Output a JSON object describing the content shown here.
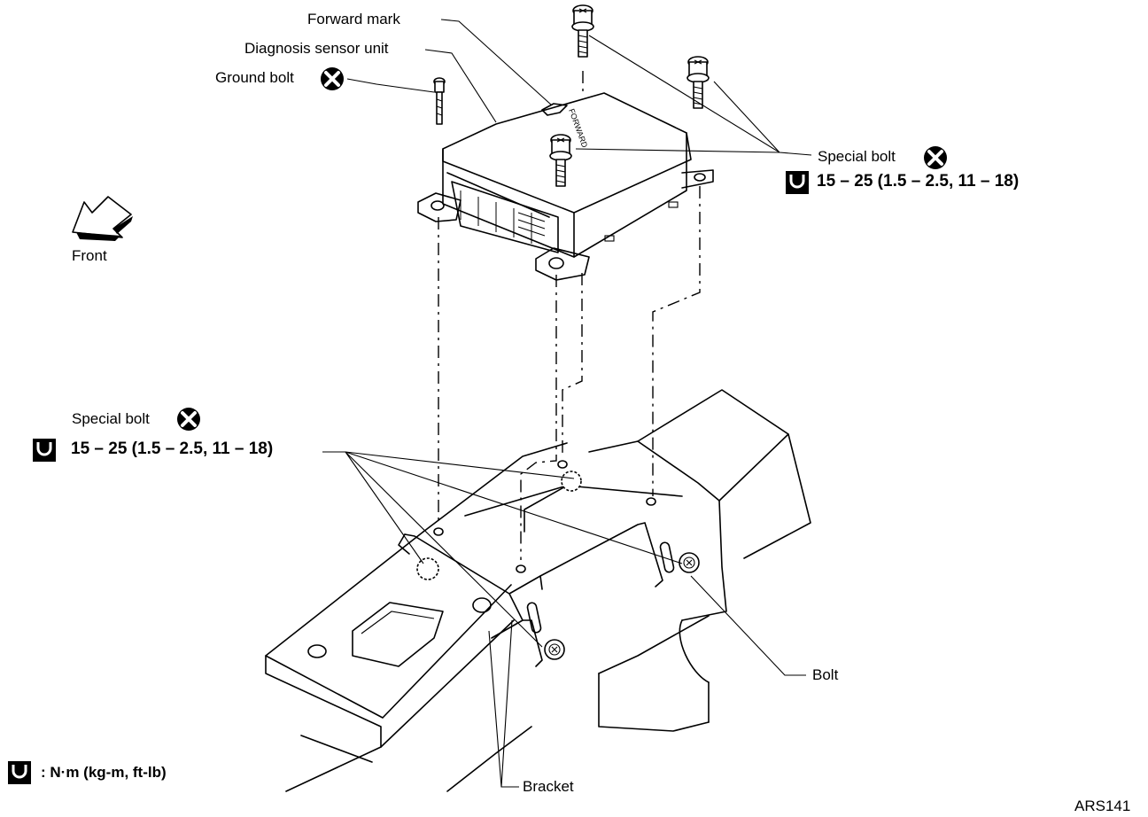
{
  "labels": {
    "forward_mark": "Forward mark",
    "diagnosis_sensor_unit": "Diagnosis sensor unit",
    "ground_bolt": "Ground bolt",
    "special_bolt_upper": "Special bolt",
    "torque_upper": "15 – 25 (1.5 – 2.5, 11 – 18)",
    "front": "Front",
    "special_bolt_lower": "Special bolt",
    "torque_lower": "15 – 25 (1.5 – 2.5, 11 – 18)",
    "bolt": "Bolt",
    "bracket": "Bracket",
    "torque_units_legend": ": N·m (kg-m, ft-lb)",
    "figure_code": "ARS141",
    "unit_marking": "FORWARD"
  },
  "icons": {
    "do_not_reuse": "cross-circle-icon",
    "torque": "torque-wrench-icon",
    "direction": "front-arrow-icon"
  }
}
